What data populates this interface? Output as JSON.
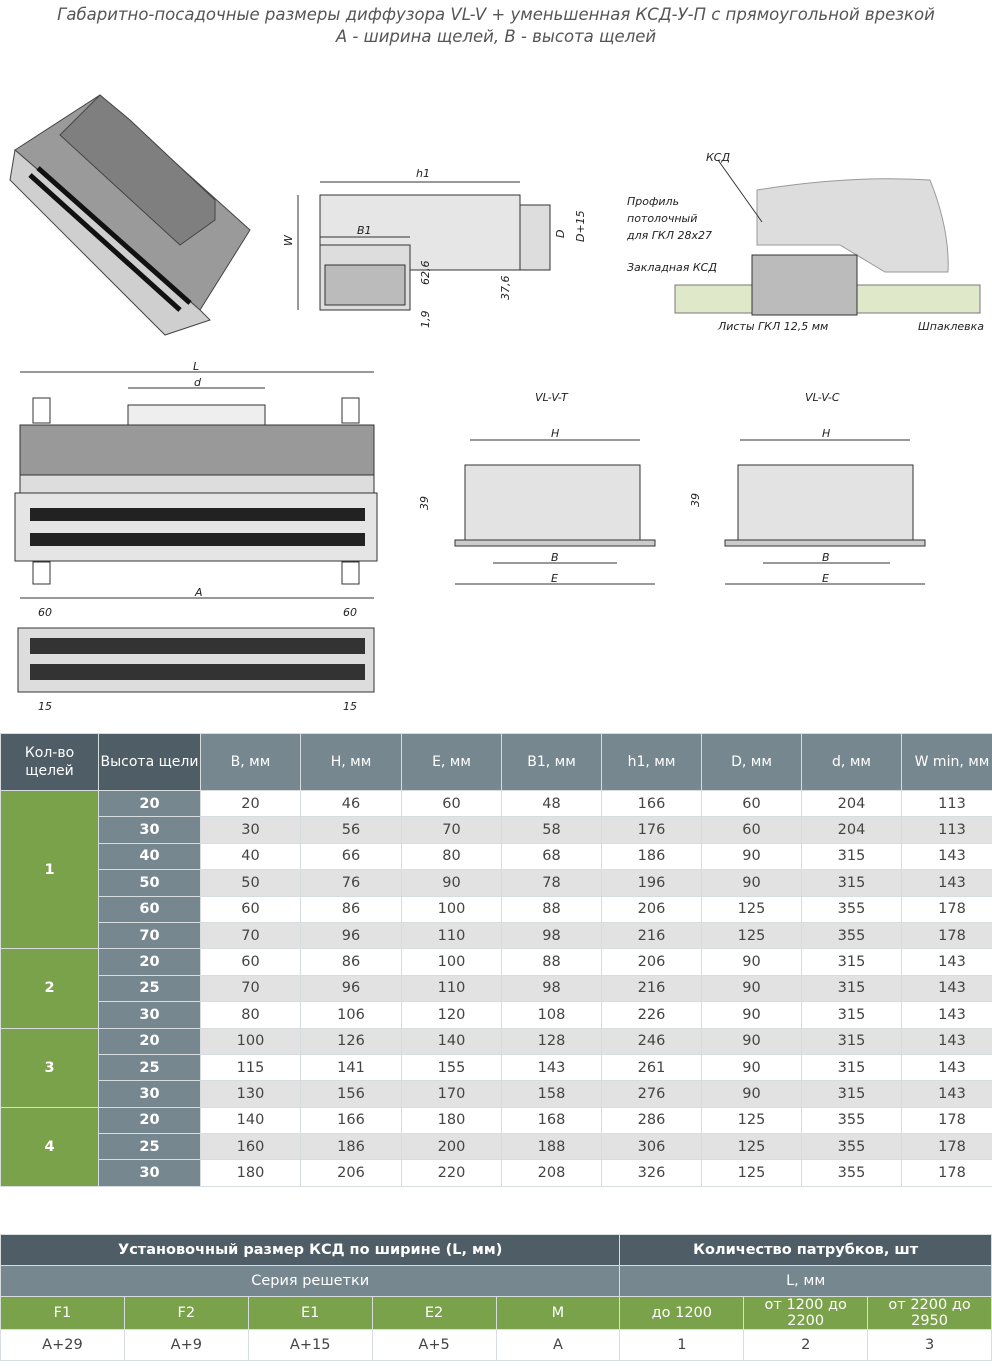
{
  "title": {
    "line1": "Габаритно-посадочные размеры диффузора VL-V + уменьшенная КСД-У-П с прямоугольной врезкой",
    "line2": "А - ширина щелей, В - высота щелей"
  },
  "drawings": {
    "side_view": {
      "h1": "h1",
      "B1": "B1",
      "W": "W",
      "D": "D",
      "D15": "D+15",
      "d62": "62,6",
      "d37": "37,6",
      "d19": "1,9"
    },
    "install_view": {
      "ksd": "КСД",
      "profile1": "Профиль",
      "profile2": "потолочный",
      "profile3": "для ГКЛ 28х27",
      "embed": "Закладная КСД",
      "sheets": "Листы ГКЛ 12,5 мм",
      "putty": "Шпаклевка"
    },
    "top_view": {
      "L": "L",
      "d": "d",
      "A": "A",
      "s60a": "60",
      "s60b": "60",
      "s15a": "15",
      "s15b": "15"
    },
    "section_t": {
      "name": "VL-V-T",
      "H": "H",
      "h39": "39",
      "B": "B",
      "E": "E"
    },
    "section_c": {
      "name": "VL-V-C",
      "H": "H",
      "h39": "39",
      "B": "B",
      "E": "E"
    }
  },
  "colors": {
    "header_dark": "#4f5d66",
    "header_light": "#76878f",
    "accent_green": "#7aa24a"
  },
  "main_table": {
    "headers": [
      "Кол-во щелей",
      "Высота щели",
      "B, мм",
      "H, мм",
      "E, мм",
      "B1, мм",
      "h1, мм",
      "D, мм",
      "d, мм",
      "W min, мм"
    ],
    "groups": [
      {
        "slots": "1",
        "rows": [
          [
            "20",
            "20",
            "46",
            "60",
            "48",
            "166",
            "60",
            "204",
            "113"
          ],
          [
            "30",
            "30",
            "56",
            "70",
            "58",
            "176",
            "60",
            "204",
            "113"
          ],
          [
            "40",
            "40",
            "66",
            "80",
            "68",
            "186",
            "90",
            "315",
            "143"
          ],
          [
            "50",
            "50",
            "76",
            "90",
            "78",
            "196",
            "90",
            "315",
            "143"
          ],
          [
            "60",
            "60",
            "86",
            "100",
            "88",
            "206",
            "125",
            "355",
            "178"
          ],
          [
            "70",
            "70",
            "96",
            "110",
            "98",
            "216",
            "125",
            "355",
            "178"
          ]
        ]
      },
      {
        "slots": "2",
        "rows": [
          [
            "20",
            "60",
            "86",
            "100",
            "88",
            "206",
            "90",
            "315",
            "143"
          ],
          [
            "25",
            "70",
            "96",
            "110",
            "98",
            "216",
            "90",
            "315",
            "143"
          ],
          [
            "30",
            "80",
            "106",
            "120",
            "108",
            "226",
            "90",
            "315",
            "143"
          ]
        ]
      },
      {
        "slots": "3",
        "rows": [
          [
            "20",
            "100",
            "126",
            "140",
            "128",
            "246",
            "90",
            "315",
            "143"
          ],
          [
            "25",
            "115",
            "141",
            "155",
            "143",
            "261",
            "90",
            "315",
            "143"
          ],
          [
            "30",
            "130",
            "156",
            "170",
            "158",
            "276",
            "90",
            "315",
            "143"
          ]
        ]
      },
      {
        "slots": "4",
        "rows": [
          [
            "20",
            "140",
            "166",
            "180",
            "168",
            "286",
            "125",
            "355",
            "178"
          ],
          [
            "25",
            "160",
            "186",
            "200",
            "188",
            "306",
            "125",
            "355",
            "178"
          ],
          [
            "30",
            "180",
            "206",
            "220",
            "208",
            "326",
            "125",
            "355",
            "178"
          ]
        ]
      }
    ]
  },
  "bottom_table": {
    "left_header": "Установочный размер КСД по ширине (L, мм)",
    "right_header": "Количество патрубков, шт",
    "left_sub": "Серия решетки",
    "right_sub": "L, мм",
    "series": [
      "F1",
      "F2",
      "E1",
      "E2",
      "M"
    ],
    "ranges": [
      "до 1200",
      "от 1200 до 2200",
      "от 2200 до 2950"
    ],
    "series_values": [
      "A+29",
      "A+9",
      "A+15",
      "A+5",
      "A"
    ],
    "range_values": [
      "1",
      "2",
      "3"
    ]
  }
}
